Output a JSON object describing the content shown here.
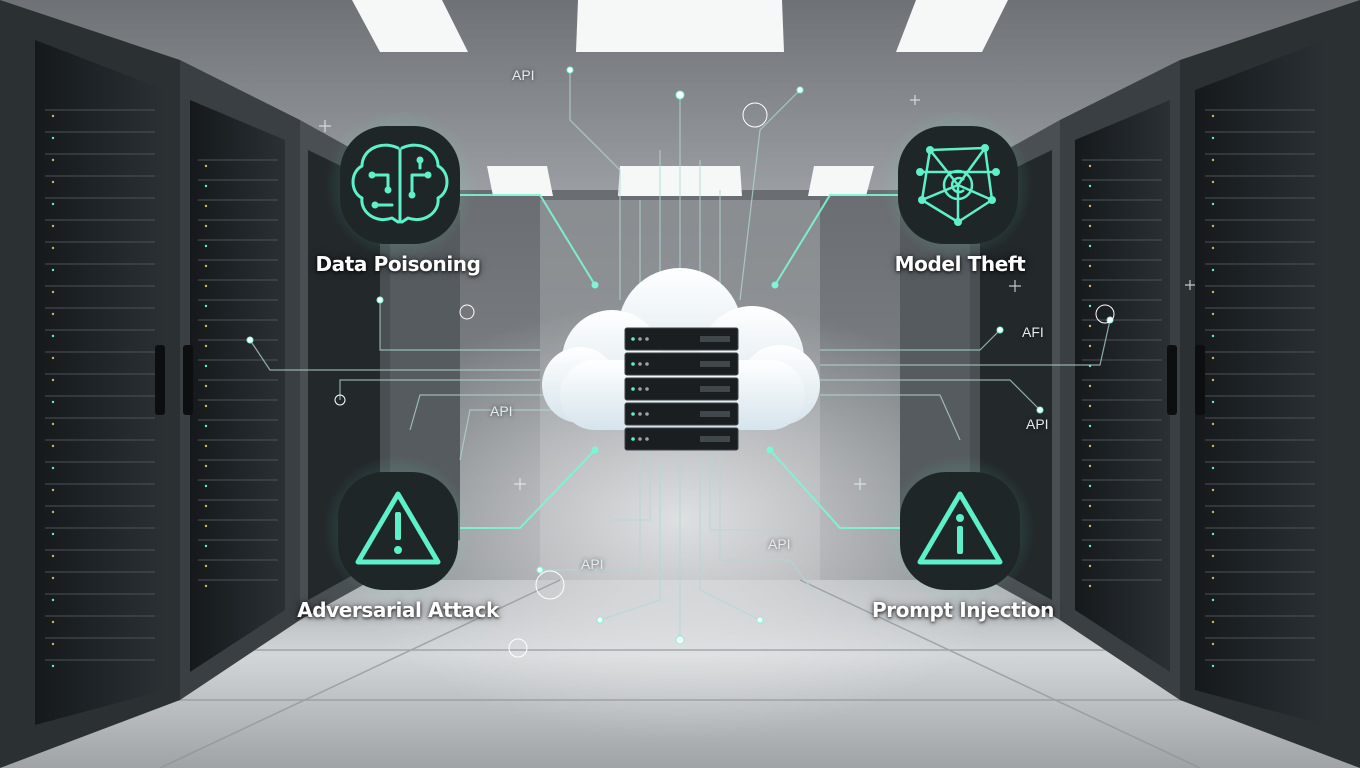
{
  "threats": {
    "data_poisoning": "Data Poisoning",
    "model_theft": "Model Theft",
    "adversarial_attack": "Adversarial Attack",
    "prompt_injection": "Prompt Injection"
  },
  "api_tags": [
    "API",
    "API",
    "AFI",
    "API",
    "API",
    "API"
  ],
  "icons": {
    "data_poisoning": "brain-circuit-icon",
    "model_theft": "network-node-icon",
    "adversarial_attack": "warning-triangle-icon",
    "prompt_injection": "warning-triangle-icon",
    "center": "cloud-server-icon"
  },
  "colors": {
    "accent": "#5ef0c8",
    "icon_bg": "#1f2628",
    "label": "#ffffff"
  }
}
